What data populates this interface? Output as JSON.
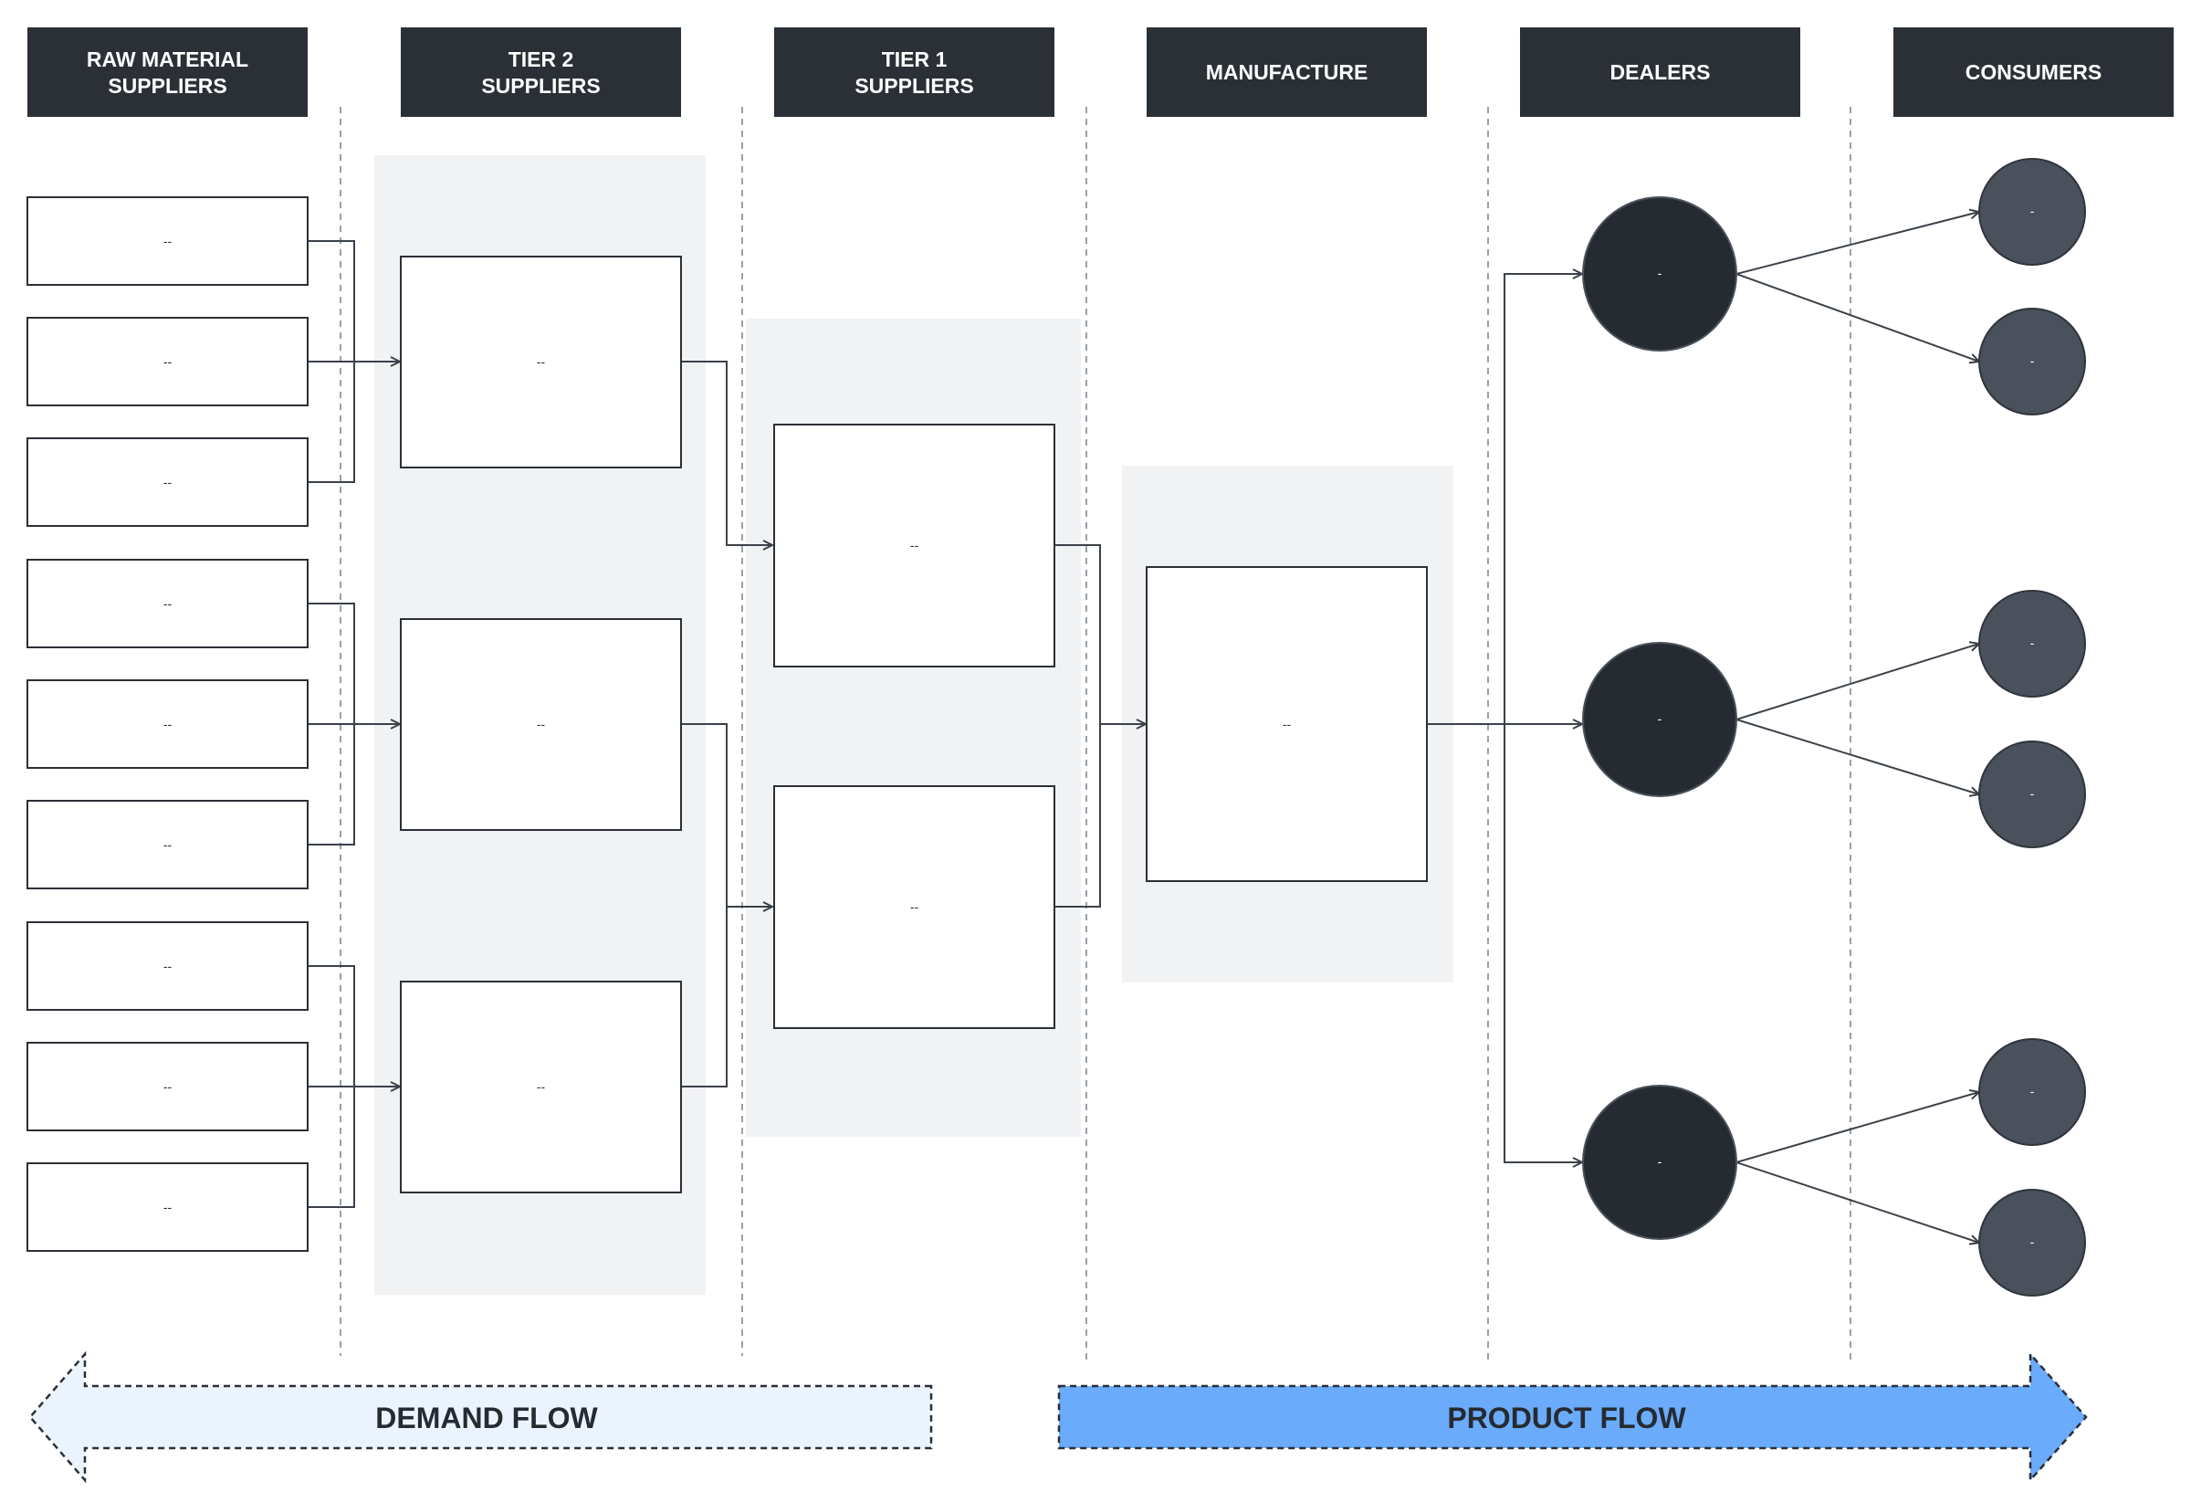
{
  "headers": [
    {
      "lines": [
        "RAW MATERIAL",
        "SUPPLIERS"
      ]
    },
    {
      "lines": [
        "TIER 2",
        "SUPPLIERS"
      ]
    },
    {
      "lines": [
        "TIER 1",
        "SUPPLIERS"
      ]
    },
    {
      "lines": [
        "MANUFACTURE"
      ]
    },
    {
      "lines": [
        "DEALERS"
      ]
    },
    {
      "lines": [
        "CONSUMERS"
      ]
    }
  ],
  "raw_material_suppliers": [
    "--",
    "--",
    "--",
    "--",
    "--",
    "--",
    "--",
    "--",
    "--"
  ],
  "tier2_suppliers": [
    "--",
    "--",
    "--"
  ],
  "tier1_suppliers": [
    "--",
    "--"
  ],
  "manufacture": "--",
  "dealers": [
    "-",
    "-",
    "-"
  ],
  "consumers": [
    "-",
    "-",
    "-",
    "-",
    "-",
    "-"
  ],
  "flows": {
    "demand": "DEMAND FLOW",
    "product": "PRODUCT FLOW"
  },
  "colors": {
    "header_bg": "#2b2f36",
    "panel_bg": "#f1f2f4",
    "dealer_fill": "#262b32",
    "consumer_fill": "#4a515c",
    "demand_fill": "#ebf4fe",
    "product_fill": "#6aabfb",
    "connector": "#3b4149"
  }
}
